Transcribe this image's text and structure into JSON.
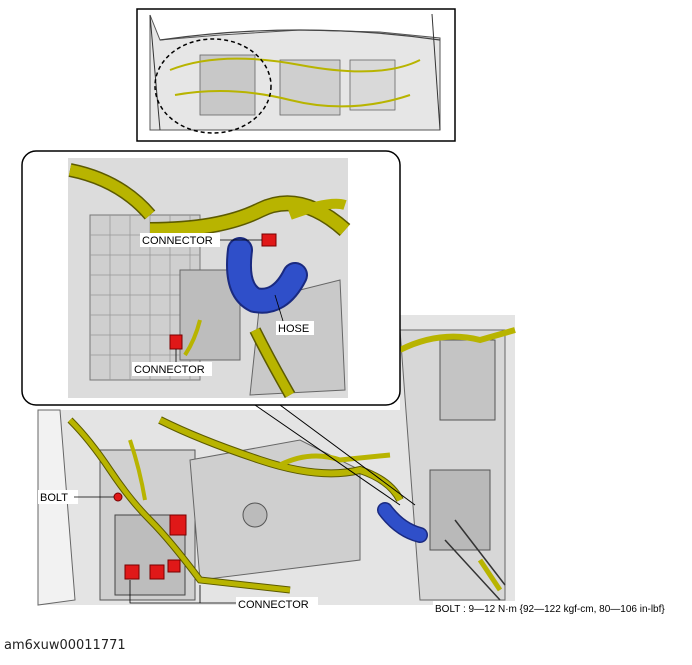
{
  "labels": {
    "connector_top": "CONNECTOR",
    "hose": "HOSE",
    "connector_mid": "CONNECTOR",
    "bolt": "BOLT",
    "connector_bottom": "CONNECTOR",
    "bolt_torque": "BOLT : 9—12 N·m {92—122 kgf-cm, 80—106 in-lbf}"
  },
  "caption": "am6xuw00011771",
  "colors": {
    "harness": "#b8b400",
    "harness_dark": "#5c5a00",
    "hose": "#2f4fc9",
    "hose_dark": "#1a2a80",
    "connector": "#e01818",
    "panel": "#d6d6d6",
    "panel_dark": "#8c8c8c",
    "outline": "#000000"
  }
}
